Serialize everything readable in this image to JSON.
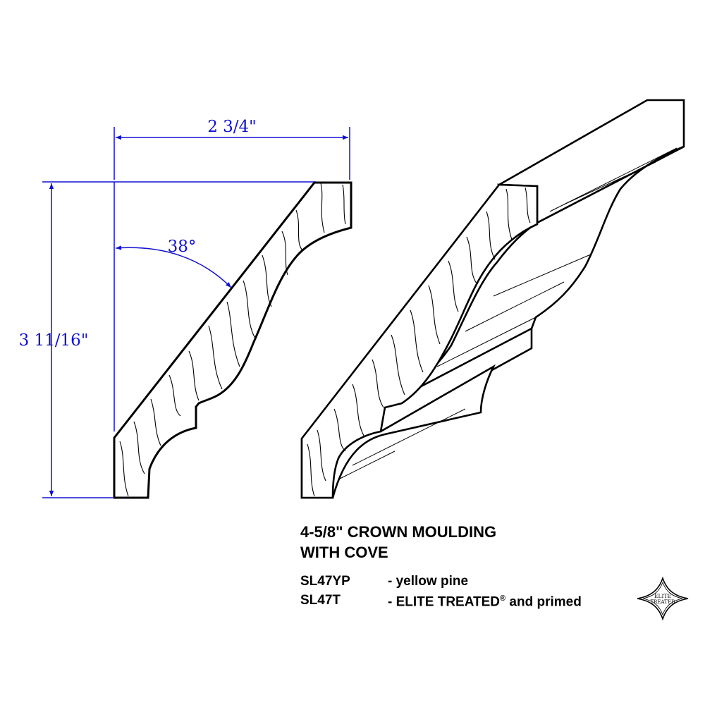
{
  "dimensions": {
    "width": "2 3/4\"",
    "height": "3 11/16\"",
    "angle": "38°"
  },
  "product": {
    "title_line1": "4-5/8\" CROWN MOULDING",
    "title_line2": "WITH COVE",
    "skus": [
      {
        "code": "SL47YP",
        "desc": "- yellow pine",
        "reg": ""
      },
      {
        "code": "SL47T",
        "desc": "- ELITE TREATED",
        "reg": "®",
        "desc_tail": " and primed"
      }
    ]
  },
  "logo": {
    "text": "ELITE TREATED"
  },
  "colors": {
    "dimension": "#1010d0",
    "outline": "#000000",
    "background": "#ffffff"
  }
}
